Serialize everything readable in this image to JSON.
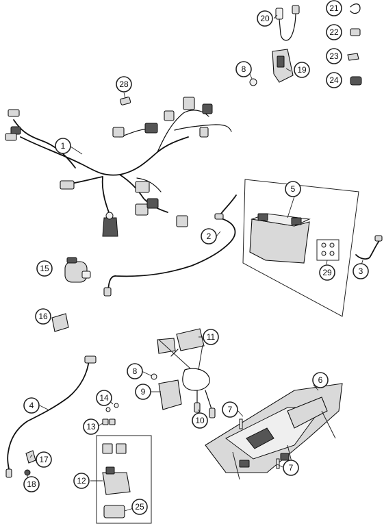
{
  "callouts": [
    {
      "id": "1",
      "label": "1"
    },
    {
      "id": "2",
      "label": "2"
    },
    {
      "id": "3",
      "label": "3"
    },
    {
      "id": "4",
      "label": "4"
    },
    {
      "id": "5",
      "label": "5"
    },
    {
      "id": "6",
      "label": "6"
    },
    {
      "id": "7a",
      "label": "7"
    },
    {
      "id": "7b",
      "label": "7"
    },
    {
      "id": "8a",
      "label": "8"
    },
    {
      "id": "8b",
      "label": "8"
    },
    {
      "id": "9",
      "label": "9"
    },
    {
      "id": "10",
      "label": "10"
    },
    {
      "id": "11",
      "label": "11"
    },
    {
      "id": "12",
      "label": "12"
    },
    {
      "id": "13",
      "label": "13"
    },
    {
      "id": "14",
      "label": "14"
    },
    {
      "id": "15",
      "label": "15"
    },
    {
      "id": "16",
      "label": "16"
    },
    {
      "id": "17",
      "label": "17"
    },
    {
      "id": "18",
      "label": "18"
    },
    {
      "id": "19",
      "label": "19"
    },
    {
      "id": "20",
      "label": "20"
    },
    {
      "id": "21",
      "label": "21"
    },
    {
      "id": "22",
      "label": "22"
    },
    {
      "id": "23",
      "label": "23"
    },
    {
      "id": "24",
      "label": "24"
    },
    {
      "id": "25",
      "label": "25"
    },
    {
      "id": "28",
      "label": "28"
    },
    {
      "id": "29",
      "label": "29"
    }
  ]
}
